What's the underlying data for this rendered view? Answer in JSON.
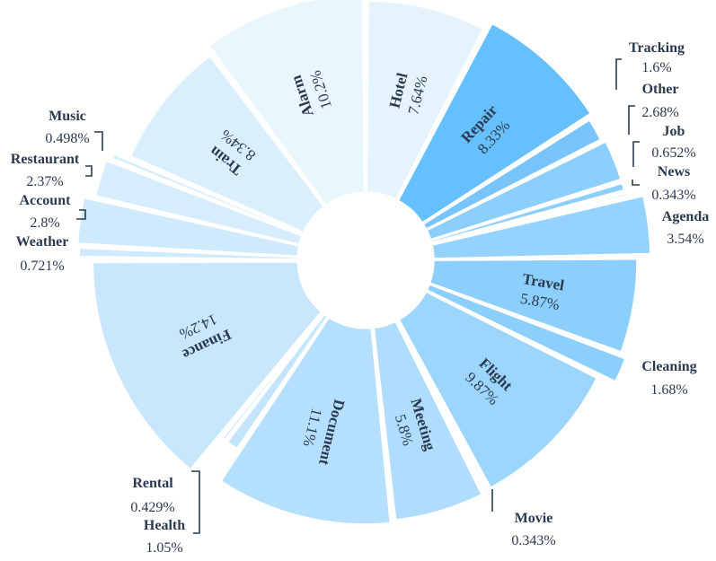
{
  "chart_data": {
    "type": "pie",
    "style": "rose-donut",
    "title": "",
    "series": [
      {
        "name": "Hotel",
        "value": 7.64,
        "label": "7.64%",
        "color": "#e4f3fe"
      },
      {
        "name": "Repair",
        "value": 8.33,
        "label": "8.33%",
        "color": "#66bffe"
      },
      {
        "name": "Tracking",
        "value": 1.6,
        "label": "1.6%",
        "color": "#77c5fc"
      },
      {
        "name": "Other",
        "value": 2.68,
        "label": "2.68%",
        "color": "#8ccffd"
      },
      {
        "name": "Job",
        "value": 0.652,
        "label": "0.652%",
        "color": "#8ccffd"
      },
      {
        "name": "News",
        "value": 0.343,
        "label": "0.343%",
        "color": "#8ccffd"
      },
      {
        "name": "Agenda",
        "value": 3.54,
        "label": "3.54%",
        "color": "#95d2fd"
      },
      {
        "name": "Travel",
        "value": 5.87,
        "label": "5.87%",
        "color": "#8ccffd"
      },
      {
        "name": "Cleaning",
        "value": 1.68,
        "label": "1.68%",
        "color": "#8ccffd"
      },
      {
        "name": "Flight",
        "value": 9.87,
        "label": "9.87%",
        "color": "#9dd6fd"
      },
      {
        "name": "Movie",
        "value": 0.343,
        "label": "0.343%",
        "color": "#aadbfd"
      },
      {
        "name": "Meeting",
        "value": 5.8,
        "label": "5.8%",
        "color": "#b0ddfd"
      },
      {
        "name": "Document",
        "value": 11.1,
        "label": "11.1%",
        "color": "#b5e0fd"
      },
      {
        "name": "Health",
        "value": 1.05,
        "label": "1.05%",
        "color": "#c3e5fd"
      },
      {
        "name": "Rental",
        "value": 0.429,
        "label": "0.429%",
        "color": "#c8e8fd"
      },
      {
        "name": "Finance",
        "value": 14.2,
        "label": "14.2%",
        "color": "#c8e7fd"
      },
      {
        "name": "Weather",
        "value": 0.721,
        "label": "0.721%",
        "color": "#cfeafd"
      },
      {
        "name": "Account",
        "value": 2.8,
        "label": "2.8%",
        "color": "#cfeafd"
      },
      {
        "name": "Restaurant",
        "value": 2.37,
        "label": "2.37%",
        "color": "#d6edfd"
      },
      {
        "name": "Music",
        "value": 0.498,
        "label": "0.498%",
        "color": "#d6edfd"
      },
      {
        "name": "Train",
        "value": 8.34,
        "label": "8.34%",
        "color": "#daeffd"
      },
      {
        "name": "Alarm",
        "value": 10.2,
        "label": "10.2%",
        "color": "#e9f6fe"
      }
    ],
    "start_angle_deg": 0,
    "direction": "clockwise",
    "legend": "none"
  }
}
